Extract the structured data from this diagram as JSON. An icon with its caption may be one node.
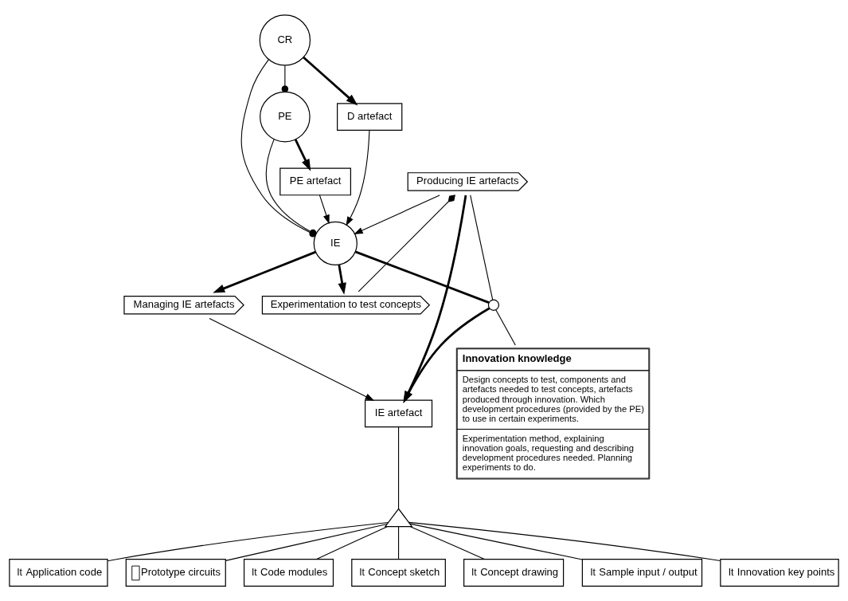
{
  "diagram": {
    "nodes": [
      {
        "text": [
          "Managing IE artefacts"
        ]
      },
      {
        "text": [
          "Producing IE artefacts"
        ]
      },
      {
        "text": [
          "PE artefact"
        ]
      },
      {
        "text": [
          "Experimentation to test concepts"
        ]
      },
      {
        "text": [
          "IE artefact"
        ]
      },
      {
        "text": [
          "IE"
        ]
      },
      {
        "text": [
          "PE"
        ]
      },
      {
        "text": [],
        "shape": "circle"
      },
      {
        "text": [
          "CR"
        ]
      },
      {
        "text": [
          "D artefact"
        ]
      },
      {
        "text": [
          "Innovation knowledge",
          "Design concepts to test, components and artefacts needed to test concepts, artefacts produced through innovation. Which development procedures (provided by the PE) to use in certain experiments.",
          "Experimentation method, explaining innovation goals, requesting and describing development procedures needed. Planning experiments to do."
        ]
      },
      {
        "text": [],
        "shape": "triangle"
      },
      {
        "text": [
          "It",
          "Application code"
        ]
      },
      {
        "text": [
          "Prototype circuits"
        ]
      },
      {
        "text": [
          "It",
          "Code modules"
        ]
      },
      {
        "text": [
          "It",
          "Concept sketch"
        ]
      },
      {
        "text": [
          "It",
          "Concept drawing"
        ]
      },
      {
        "text": [
          "It",
          "Sample input / output"
        ]
      },
      {
        "text": [
          "It",
          "Innovation key points"
        ]
      }
    ],
    "edges": [
      {
        "from": 1,
        "to": 5,
        "arrow": "to"
      },
      {
        "from": 1,
        "to": 7,
        "arrow": "none"
      },
      {
        "from": 0,
        "to": 4,
        "arrow": "to"
      },
      {
        "from": 1,
        "to": 4,
        "arrow": "to",
        "style": "thick"
      },
      {
        "from": 5,
        "to": 0,
        "arrow": "to",
        "style": "thick"
      },
      {
        "from": 5,
        "to": 3,
        "arrow": "to",
        "style": "thick"
      },
      {
        "from": 5,
        "to": 7,
        "arrow": "none",
        "style": "thick"
      },
      {
        "from": 7,
        "to": 4,
        "arrow": "to",
        "style": "thick"
      },
      {
        "from": 3,
        "to": 1,
        "arrow": "other"
      },
      {
        "from": 2,
        "to": 5,
        "arrow": "to"
      },
      {
        "from": 6,
        "to": 2,
        "arrow": "to",
        "style": "thick"
      },
      {
        "from": 6,
        "to": 5,
        "arrow": "other"
      },
      {
        "from": 8,
        "to": 6,
        "arrow": "other"
      },
      {
        "from": 8,
        "to": 5,
        "arrow": "other"
      },
      {
        "from": 8,
        "to": 9,
        "arrow": "to",
        "style": "thick"
      },
      {
        "from": 9,
        "to": 5,
        "arrow": "to"
      },
      {
        "from": 7,
        "to": 10,
        "arrow": "none"
      },
      {
        "from": 4,
        "to": 11,
        "arrow": "none"
      },
      {
        "from": 11,
        "to": 12,
        "arrow": "none"
      },
      {
        "from": 11,
        "to": 13,
        "arrow": "none"
      },
      {
        "from": 11,
        "to": 14,
        "arrow": "none"
      },
      {
        "from": 11,
        "to": 15,
        "arrow": "none"
      },
      {
        "from": 11,
        "to": 16,
        "arrow": "none"
      },
      {
        "from": 11,
        "to": 17,
        "arrow": "none"
      },
      {
        "from": 11,
        "to": 18,
        "arrow": "none"
      }
    ]
  }
}
